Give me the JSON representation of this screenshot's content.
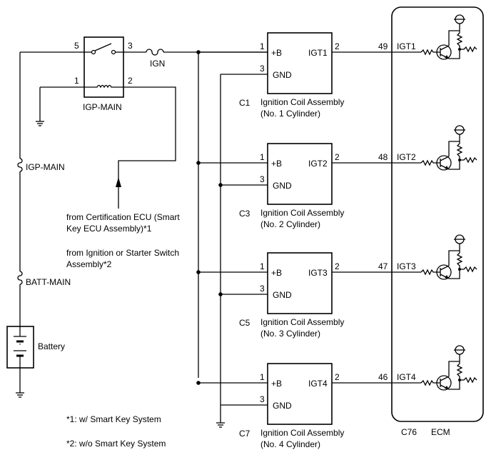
{
  "relay": {
    "name": "IGP-MAIN",
    "pins": {
      "p5": "5",
      "p3": "3",
      "p1": "1",
      "p2": "2"
    }
  },
  "fuses": {
    "ign": "IGN",
    "igp_main": "IGP-MAIN",
    "batt_main": "BATT-MAIN"
  },
  "battery_label": "Battery",
  "input_notes": {
    "line1": "from Certification ECU (Smart",
    "line2": "Key ECU Assembly)*1",
    "line3": "from Ignition or Starter Switch",
    "line4": "Assembly*2"
  },
  "coils": [
    {
      "connector": "C1",
      "pin_b": "1",
      "pin_gnd": "3",
      "pin_out": "2",
      "term_b": "+B",
      "term_gnd": "GND",
      "term_out": "IGT1",
      "name": "Ignition Coil Assembly",
      "cyl": "(No. 1 Cylinder)"
    },
    {
      "connector": "C3",
      "pin_b": "1",
      "pin_gnd": "3",
      "pin_out": "2",
      "term_b": "+B",
      "term_gnd": "GND",
      "term_out": "IGT2",
      "name": "Ignition Coil Assembly",
      "cyl": "(No. 2 Cylinder)"
    },
    {
      "connector": "C5",
      "pin_b": "1",
      "pin_gnd": "3",
      "pin_out": "2",
      "term_b": "+B",
      "term_gnd": "GND",
      "term_out": "IGT3",
      "name": "Ignition Coil Assembly",
      "cyl": "(No. 3 Cylinder)"
    },
    {
      "connector": "C7",
      "pin_b": "1",
      "pin_gnd": "3",
      "pin_out": "2",
      "term_b": "+B",
      "term_gnd": "GND",
      "term_out": "IGT4",
      "name": "Ignition Coil Assembly",
      "cyl": "(No. 4 Cylinder)"
    }
  ],
  "ecm": {
    "connector": "C76",
    "name": "ECM",
    "pins": [
      {
        "num": "49",
        "sig": "IGT1"
      },
      {
        "num": "48",
        "sig": "IGT2"
      },
      {
        "num": "47",
        "sig": "IGT3"
      },
      {
        "num": "46",
        "sig": "IGT4"
      }
    ]
  },
  "footnotes": {
    "n1": "*1: w/ Smart Key System",
    "n2": "*2: w/o Smart Key System"
  }
}
